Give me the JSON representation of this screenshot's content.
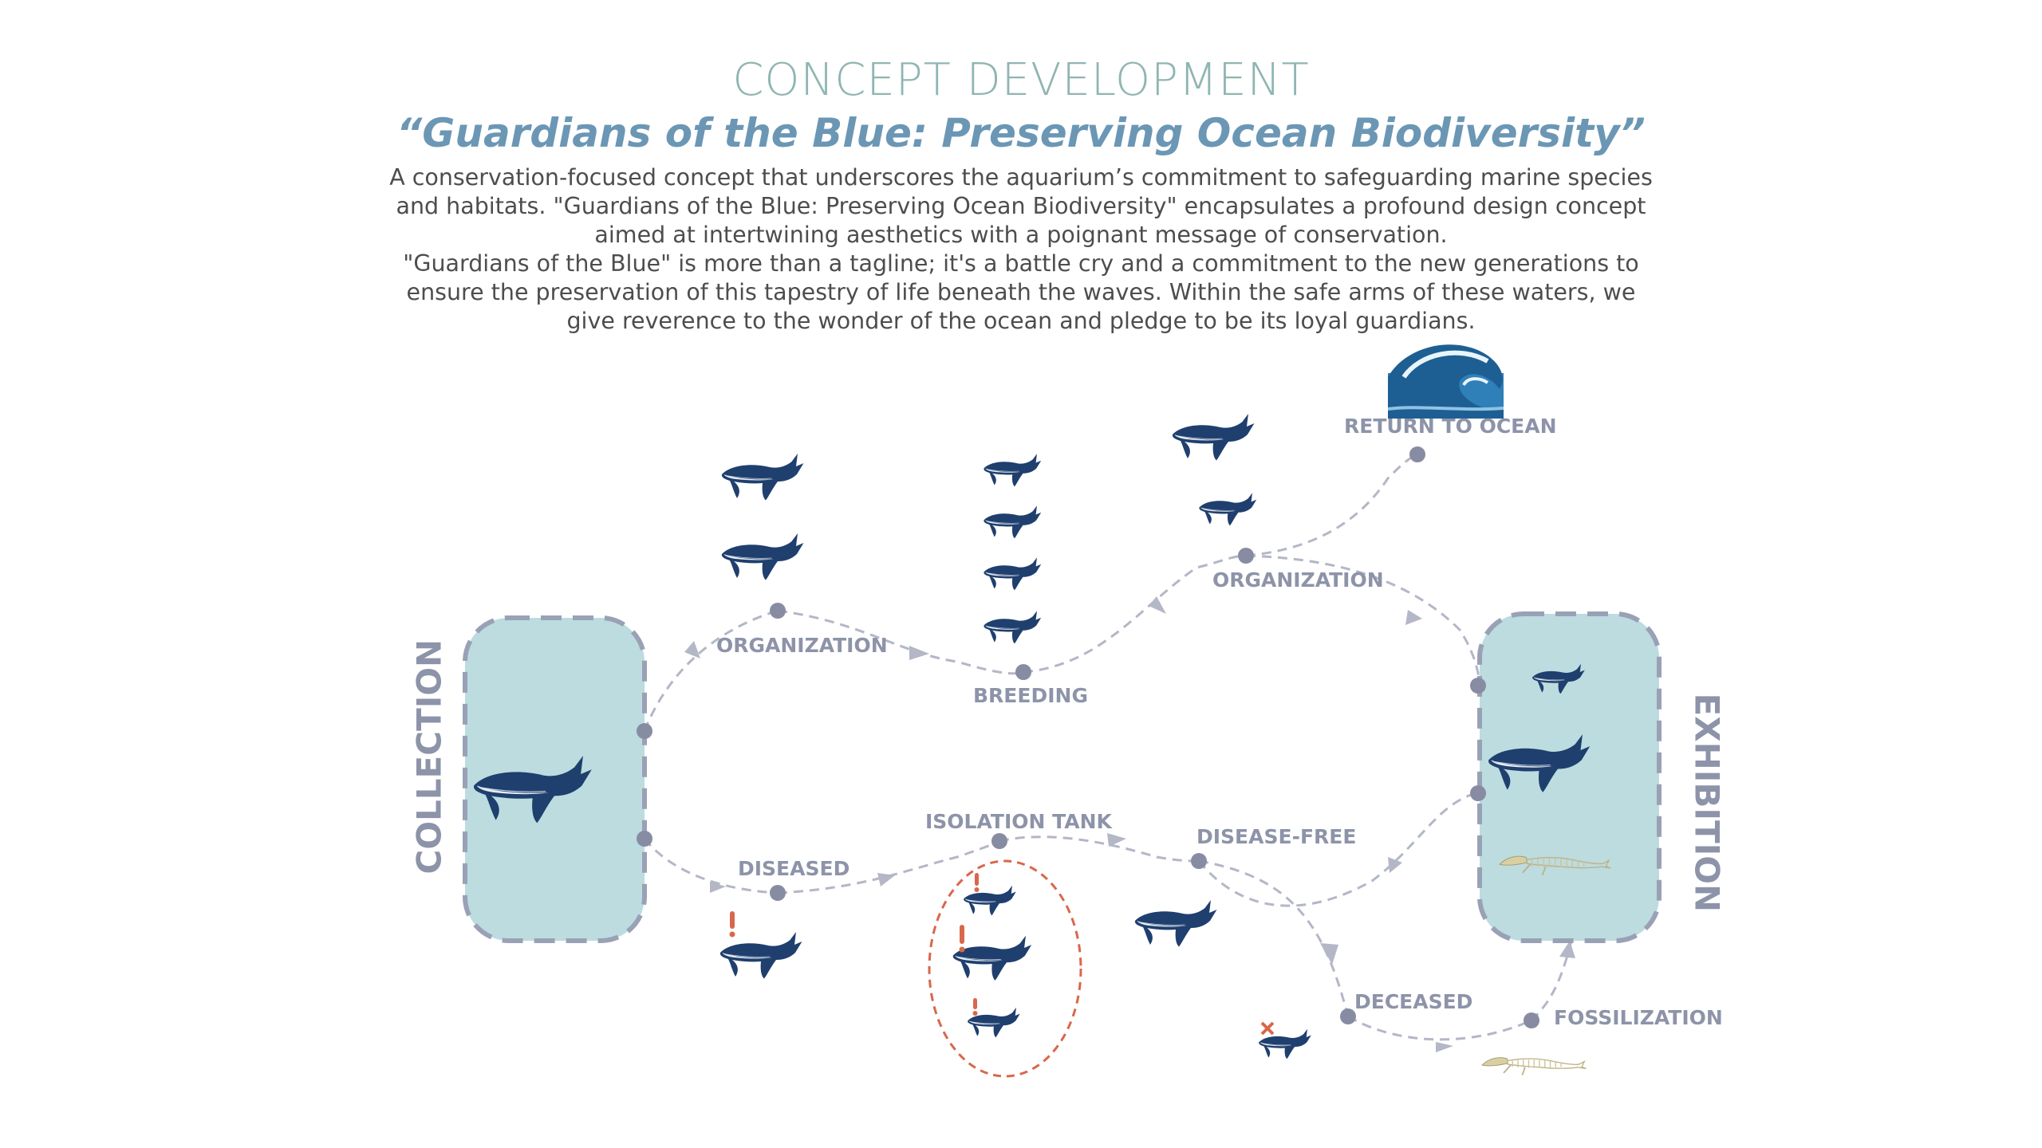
{
  "header": {
    "title": "CONCEPT DEVELOPMENT",
    "subtitle": "“Guardians of the Blue: Preserving Ocean Biodiversity”",
    "intro_para1": "A conservation-focused concept that underscores the aquarium’s commitment to safeguarding marine species and habitats. \"Guardians of the Blue: Preserving Ocean Biodiversity\" encapsulates a profound design concept aimed at intertwining aesthetics with a poignant message of conservation.",
    "intro_para2": "\"Guardians of the Blue\" is more than a tagline; it's a battle cry and a commitment to the new generations to ensure the preservation of this tapestry of life beneath the waves. Within the safe arms of these waters, we give reverence to the wonder of the ocean and pledge to be its loyal guardians."
  },
  "diagram": {
    "collection": "COLLECTION",
    "exhibition": "EXHIBITION",
    "labels": {
      "organization_1": "ORGANIZATION",
      "breeding": "BREEDING",
      "organization_2": "ORGANIZATION",
      "return_to_ocean": "RETURN TO OCEAN",
      "diseased": "DISEASED",
      "isolation_tank": "ISOLATION TANK",
      "disease_free": "DISEASE-FREE",
      "deceased": "DECEASED",
      "fossilization": "FOSSILIZATION"
    }
  },
  "colors": {
    "whale": "#1f3f6e",
    "whale_belly": "#e6ecf2",
    "box_fill": "#bcdcdf",
    "box_stroke": "#9aa1b6",
    "node": "#878ca3",
    "path": "#b3b7c6",
    "warning": "#d9674b",
    "bone": "#d8cfa4",
    "wave": "#2f7fb8"
  }
}
